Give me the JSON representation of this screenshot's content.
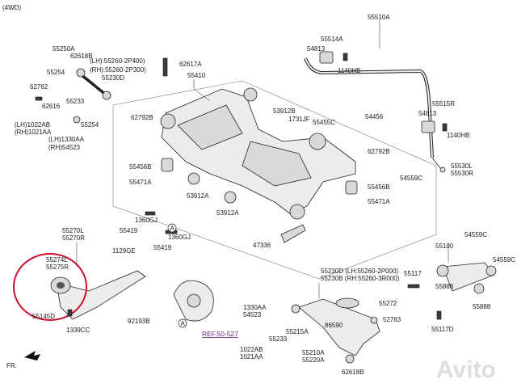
{
  "header": {
    "variant": "(4WD)",
    "direction": "FR."
  },
  "watermark": {
    "text": "Avito"
  },
  "reference": {
    "text": "REF.50-527"
  },
  "callouts": {
    "a1": "A",
    "a2": "A"
  },
  "labels": [
    "55510A",
    "55514A",
    "54813",
    "1140HB",
    "55250A",
    "62618B",
    "62617A",
    "(LH):55260-2P400)",
    "(RH):55260-2P300)",
    "55230D",
    "55254",
    "62762",
    "55233",
    "62616",
    "55410",
    "54456",
    "55515R",
    "54813",
    "1140HB",
    "62792B",
    "53912B",
    "1731JF",
    "55455C",
    "55254",
    "(LH)1022AB",
    "(RH)1021AA",
    "(LH)1330AA",
    "(RH)54523",
    "62792B",
    "55456B",
    "55471A",
    "55456B",
    "53912A",
    "53912A",
    "55471A",
    "55530L",
    "55530R",
    "54559C",
    "1360GJ",
    "55419",
    "1360GJ",
    "55419",
    "47336",
    "55270L",
    "55270R",
    "55274L",
    "55275R",
    "1129GE",
    "55145D",
    "1339CC",
    "92193B",
    "55100",
    "54559C",
    "54559C",
    "55230D (LH:55260-2P000)",
    "55230B (RH:55260-3R000)",
    "55117",
    "55888",
    "55888",
    "55272",
    "86590",
    "52763",
    "1330AA",
    "54523",
    "55233",
    "55215A",
    "55210A",
    "55220A",
    "1022AB",
    "1021AA",
    "62618B",
    "55117D"
  ]
}
